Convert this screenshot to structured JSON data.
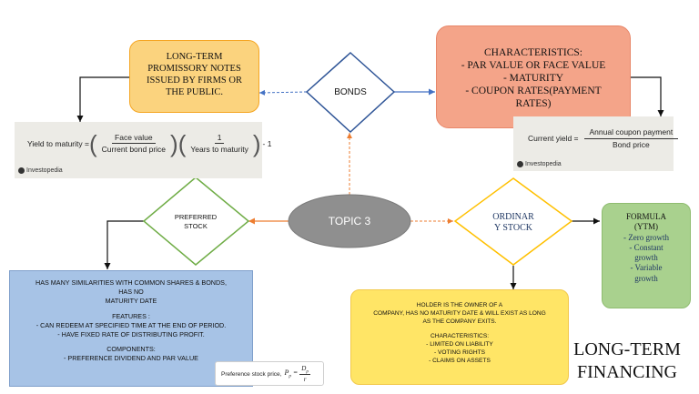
{
  "bonds": {
    "label": "BONDS",
    "definition": [
      "LONG-TERM",
      "PROMISSORY NOTES",
      "ISSUED BY FIRMS OR",
      "THE PUBLIC."
    ],
    "characteristics": [
      "CHARACTERISTICS:",
      "-   PAR VALUE OR FACE VALUE",
      "-     MATURITY",
      "-   COUPON RATES(PAYMENT",
      "RATES)"
    ],
    "ytm_formula": {
      "lhs": "Yield to maturity =",
      "frac1_num": "Face value",
      "frac1_den": "Current bond price",
      "frac2_num": "1",
      "frac2_den": "Years to maturity",
      "tail": "- 1",
      "source": "Investopedia"
    },
    "current_yield_formula": {
      "lhs": "Current yield =",
      "num": "Annual coupon payment",
      "den": "Bond price",
      "source": "Investopedia"
    }
  },
  "topic": {
    "label": "TOPIC 3"
  },
  "preferred": {
    "label": [
      "PREFERRED",
      "STOCK"
    ],
    "details": [
      "HAS MANY SIMILARITIES WITH COMMON SHARES & BONDS,",
      "HAS NO",
      "MATURITY DATE",
      "",
      "FEATURES :",
      "-   CAN REDEEM AT SPECIFIED TIME AT THE END OF PERIOD.",
      "-   HAVE FIXED RATE OF DISTRIBUTING PROFIT.",
      "",
      "COMPONENTS:",
      "- PREFERENCE DIVIDEND AND PAR VALUE"
    ],
    "price_formula": {
      "lhs": "Preference stock price,",
      "symbol": "P",
      "sub": "p",
      "num": "D",
      "num_sub": "p",
      "den": "r"
    }
  },
  "ordinary": {
    "label": [
      "ORDINAR",
      "Y STOCK"
    ],
    "details": [
      "HOLDER IS THE OWNER OF A",
      "COMPANY, HAS NO MATURITY DATE & WILL EXIST AS LONG",
      "AS THE COMPANY EXITS.",
      "",
      "CHARACTERISTICS:",
      "-   LIMITED ON LIABILITY",
      "-   VOTING RIGHTS",
      "-   CLAIMS ON ASSETS"
    ],
    "formula": [
      "FORMULA",
      "(YTM)",
      "-  Zero growth",
      "-  Constant",
      "growth",
      "-  Variable",
      "growth"
    ]
  },
  "title": [
    "LONG-TERM",
    "FINANCING"
  ],
  "colors": {
    "orange_fill": "#fbd37e",
    "orange_border": "#f5a623",
    "salmon_fill": "#f4a489",
    "salmon_border": "#e8876a",
    "blue_fill": "#a7c3e6",
    "yellow_fill": "#ffe566",
    "green_fill": "#a9d18e",
    "oval_fill": "#8f8f8f",
    "navy": "#203864",
    "green_border": "#70ad47"
  }
}
